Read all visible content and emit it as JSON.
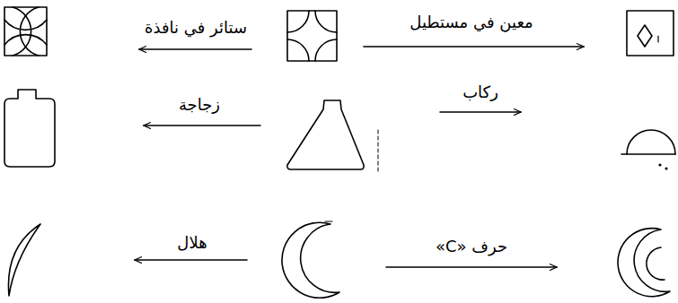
{
  "diagram": {
    "labels": [
      "معين في مستطيل",
      "ستائر في نافذة",
      "ركاب",
      "زجاجة",
      "حرف «C»",
      "هلال"
    ]
  }
}
